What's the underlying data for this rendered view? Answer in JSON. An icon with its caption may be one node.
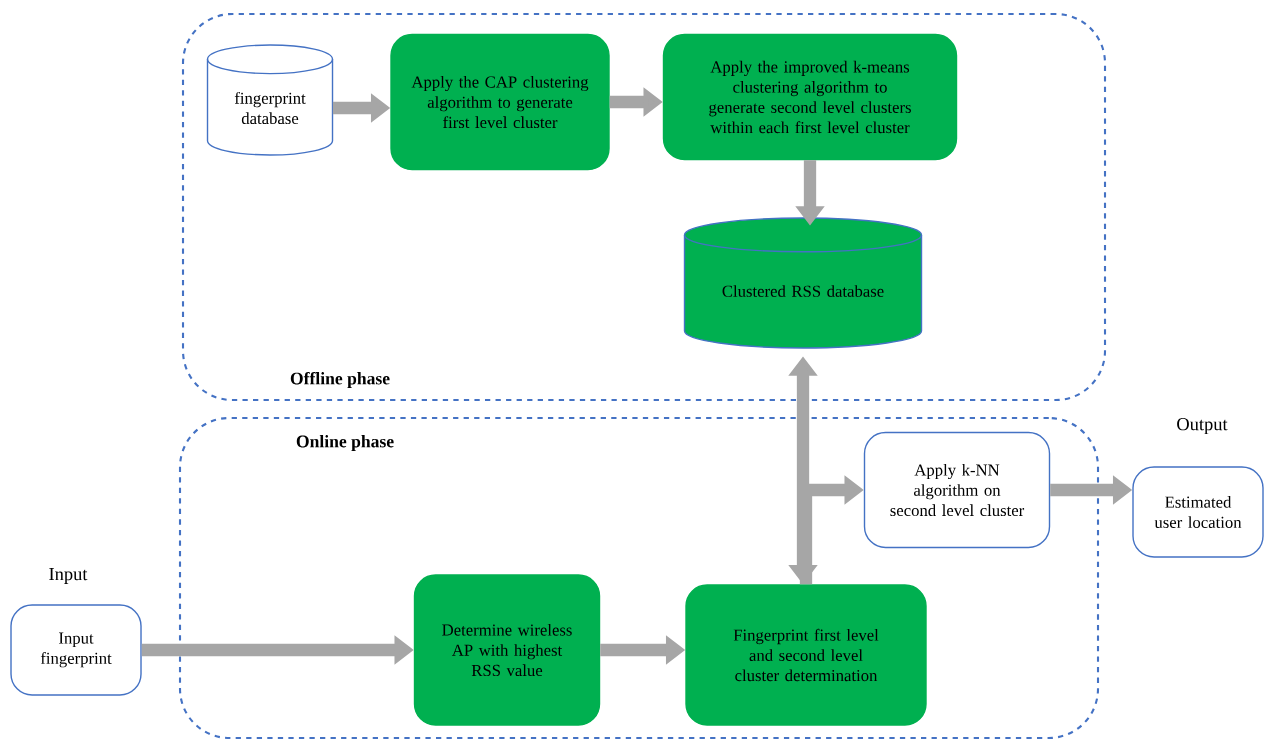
{
  "diagram": {
    "nodes": [
      {
        "text": [
          "Offline phase"
        ]
      },
      {
        "text": [
          "fingerprint database"
        ],
        "in": 0
      },
      {
        "text": [
          "Apply the CAP clustering algorithm to generate first level cluster"
        ],
        "in": 0
      },
      {
        "text": [
          "Apply the improved k-means clustering algorithm to generate second level clusters within each first level cluster"
        ],
        "in": 0
      },
      {
        "text": [
          "Clustered RSS database"
        ],
        "in": 0
      },
      {
        "text": [
          "Online phase"
        ]
      },
      {
        "text": [
          "Apply k-NN algorithm on second level cluster"
        ],
        "in": 5
      },
      {
        "text": [
          "Estimated user location"
        ],
        "beside": [
          "Output"
        ]
      },
      {
        "text": [
          "Input fingerprint"
        ],
        "beside": [
          "Input"
        ]
      },
      {
        "text": [
          "Determine wireless AP with highest RSS value"
        ],
        "in": 5
      },
      {
        "text": [
          "Fingerprint first level and second level cluster determination"
        ],
        "in": 5
      }
    ],
    "edges": [
      {
        "from": 1,
        "to": 2,
        "arrow": "to"
      },
      {
        "from": 2,
        "to": 3,
        "arrow": "to"
      },
      {
        "from": 3,
        "to": 4,
        "arrow": "to"
      },
      {
        "from": 4,
        "to": 10,
        "arrow": "both"
      },
      {
        "from": 10,
        "to": 6,
        "arrow": "to"
      },
      {
        "from": 6,
        "to": 7,
        "arrow": "to"
      },
      {
        "from": 8,
        "to": 9,
        "arrow": "to"
      },
      {
        "from": 9,
        "to": 10,
        "arrow": "to"
      }
    ]
  }
}
